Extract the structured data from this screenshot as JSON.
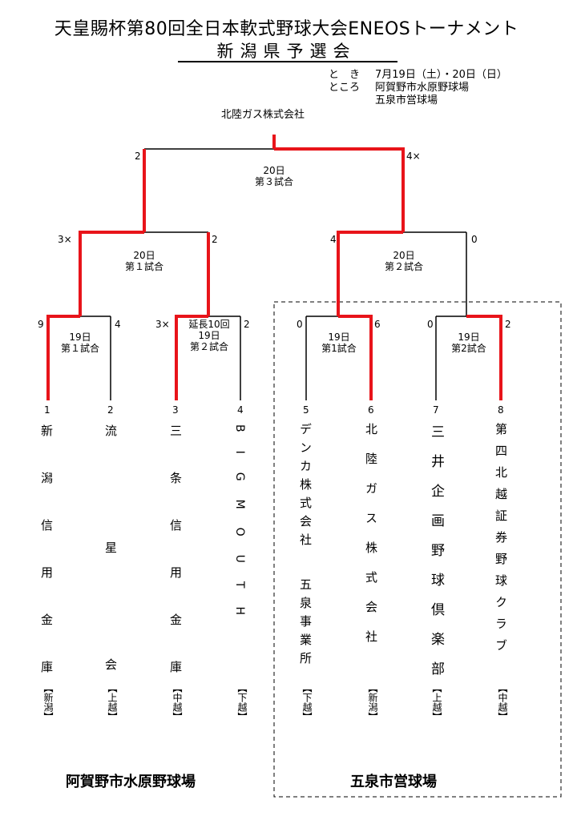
{
  "header": {
    "title": "天皇賜杯第80回全日本軟式野球大会ENEOSトーナメント",
    "subtitle": "新潟県予選会",
    "when_label": "と　き",
    "when_value": "7月19日（土）・20日（日）",
    "where_label": "ところ",
    "where_value_1": "阿賀野市水原野球場",
    "where_value_2": "五泉市営球場"
  },
  "champion": "北陸ガス株式会社",
  "final": {
    "day": "20日",
    "game": "第３試合",
    "left_score": "2",
    "right_score": "4×"
  },
  "semi_left": {
    "day": "20日",
    "game": "第１試合",
    "left_score": "3×",
    "right_score": "2"
  },
  "semi_right": {
    "day": "20日",
    "game": "第２試合",
    "left_score": "4",
    "right_score": "0"
  },
  "first_round": [
    {
      "day": "19日",
      "game": "第１試合",
      "left_score": "9",
      "right_score": "4",
      "note": ""
    },
    {
      "day": "19日",
      "game": "第２試合",
      "left_score": "3×",
      "right_score": "2",
      "note": "延長10回"
    },
    {
      "day": "19日",
      "game": "第1試合",
      "left_score": "0",
      "right_score": "6",
      "note": ""
    },
    {
      "day": "19日",
      "game": "第2試合",
      "left_score": "0",
      "right_score": "2",
      "note": ""
    }
  ],
  "teams": [
    {
      "num": "1",
      "name": "新潟信用金庫",
      "pref": "【新潟】"
    },
    {
      "num": "2",
      "name": "流星会",
      "pref": "【上越】"
    },
    {
      "num": "3",
      "name": "三条信用金庫",
      "pref": "【中越】"
    },
    {
      "num": "4",
      "name": "BIGMOUTH",
      "pref": "【下越】"
    },
    {
      "num": "5",
      "name": "デンカ株式会社",
      "name2": "五泉事業所",
      "pref": "【下越】"
    },
    {
      "num": "6",
      "name": "北陸ガス株式会社",
      "pref": "【新潟】"
    },
    {
      "num": "7",
      "name": "三井企画野球倶楽部",
      "pref": "【上越】"
    },
    {
      "num": "8",
      "name": "第四北越証券野球クラブ",
      "pref": "【中越】"
    }
  ],
  "venues": {
    "left": "阿賀野市水原野球場",
    "right": "五泉市営球場"
  },
  "colors": {
    "winner_line": "#e8141a",
    "line": "#000000"
  }
}
